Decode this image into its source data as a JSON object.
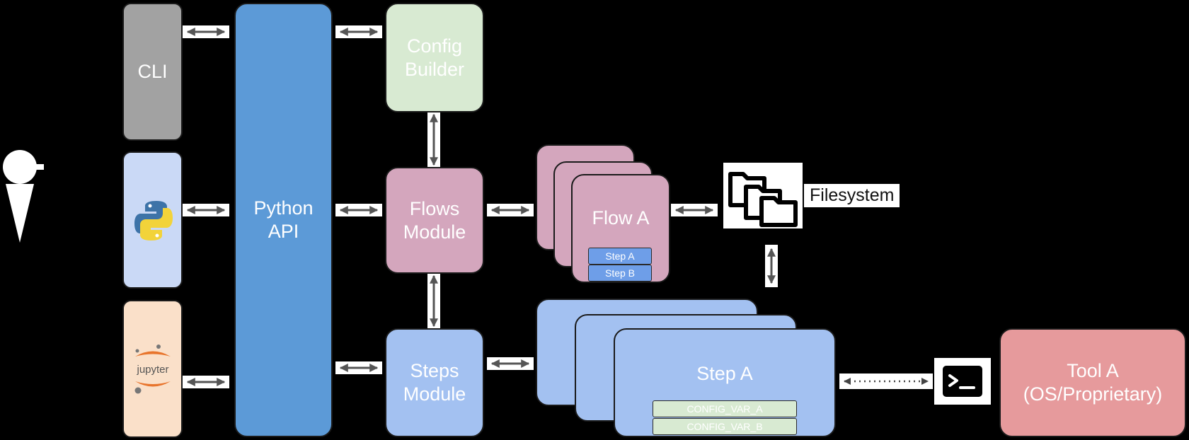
{
  "colors": {
    "background": "#000000",
    "cli": "#a2a2a2",
    "python_light": "#cad9f6",
    "jupyter_bg": "#fae0c9",
    "python_api": "#5c9ad7",
    "config_builder": "#d8ead2",
    "flows": "#d4a6bd",
    "steps": "#a3c1f1",
    "step_chip": "#6e9ee8",
    "config_chip": "#d8ead2",
    "tool": "#e69a9c"
  },
  "nodes": {
    "cli": "CLI",
    "python_api": "Python\nAPI",
    "config_builder": "Config\nBuilder",
    "flows_module": "Flows\nModule",
    "steps_module": "Steps\nModule",
    "flow_a": "Flow A",
    "flow_step_a": "Step A",
    "flow_step_b": "Step B",
    "step_a": "Step A",
    "config_var_a": "CONFIG_VAR_A",
    "config_var_b": "CONFIG_VAR_B",
    "filesystem": "Filesystem",
    "tool_a": "Tool A\n(OS/Proprietary)",
    "jupyter": "jupyter"
  },
  "icons": {
    "user": "user-icon",
    "python": "python-logo-icon",
    "jupyter": "jupyter-logo-icon",
    "folders": "folder-stack-icon",
    "terminal": "terminal-icon"
  }
}
